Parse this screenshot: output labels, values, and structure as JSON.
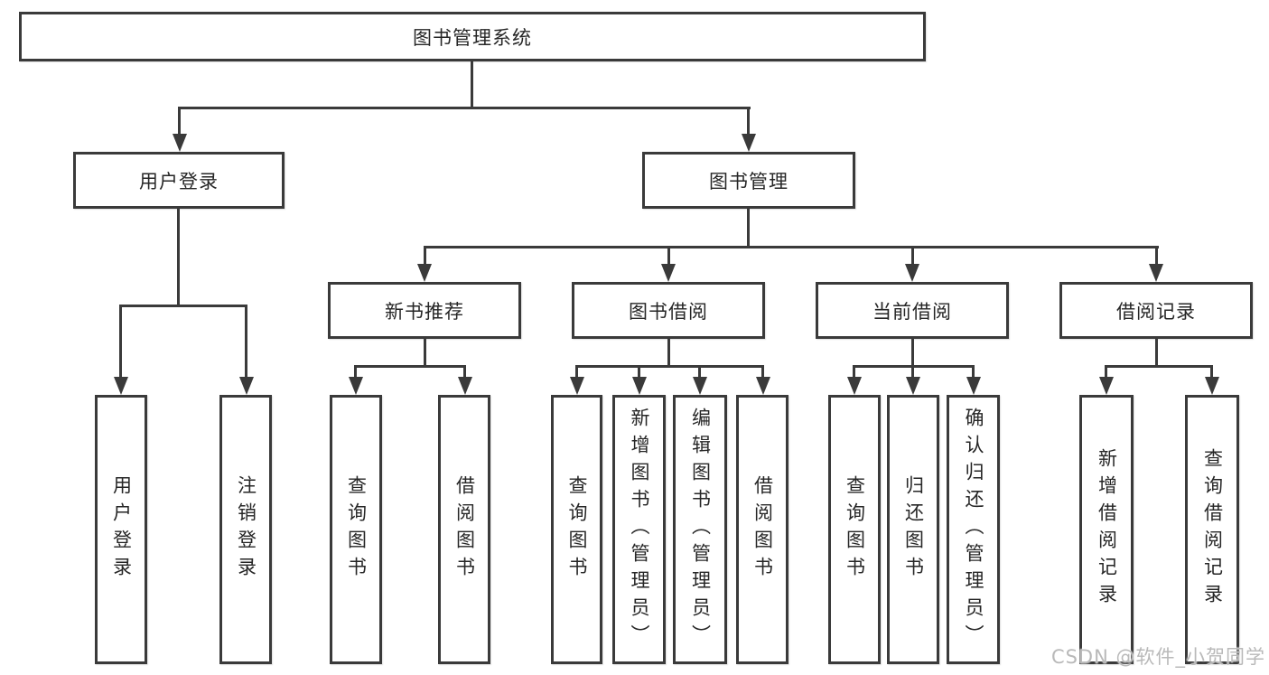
{
  "tree": {
    "root": {
      "label": "图书管理系统",
      "children": [
        {
          "label": "用户登录",
          "children": [
            {
              "label": "用户登录"
            },
            {
              "label": "注销登录"
            }
          ]
        },
        {
          "label": "图书管理",
          "children": [
            {
              "label": "新书推荐",
              "children": [
                {
                  "label": "查询图书"
                },
                {
                  "label": "借阅图书"
                }
              ]
            },
            {
              "label": "图书借阅",
              "children": [
                {
                  "label": "查询图书"
                },
                {
                  "label": "新增图书（管理员）"
                },
                {
                  "label": "编辑图书（管理员）"
                },
                {
                  "label": "借阅图书"
                }
              ]
            },
            {
              "label": "当前借阅",
              "children": [
                {
                  "label": "查询图书"
                },
                {
                  "label": "归还图书"
                },
                {
                  "label": "确认归还（管理员）"
                }
              ]
            },
            {
              "label": "借阅记录",
              "children": [
                {
                  "label": "新增借阅记录"
                },
                {
                  "label": "查询借阅记录"
                }
              ]
            }
          ]
        }
      ]
    }
  },
  "watermark": "CSDN @软件_小贺同学",
  "colors": {
    "line": "#3a3a3a",
    "text": "#262626",
    "background": "#ffffff",
    "watermark": "#b9b9b9"
  }
}
